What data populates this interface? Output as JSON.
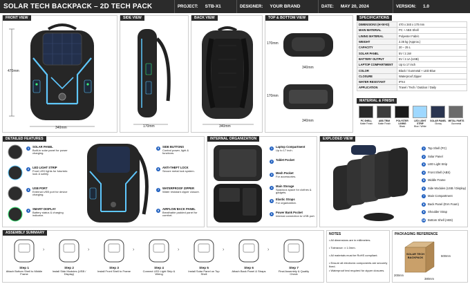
{
  "header": {
    "title": "SOLAR TECH BACKPACK – 2D TECH PACK",
    "project_label": "PROJECT:",
    "project": "STB-X1",
    "designer_label": "DESIGNER:",
    "designer": "YOUR BRAND",
    "date_label": "DATE:",
    "date": "MAY 20, 2024",
    "version_label": "VERSION:",
    "version": "1.0"
  },
  "views": {
    "front": {
      "title": "FRONT VIEW",
      "width": "340mm",
      "height": "470mm"
    },
    "side": {
      "title": "SIDE VIEW",
      "depth": "170mm"
    },
    "back": {
      "title": "BACK VIEW",
      "width": "340mm"
    },
    "top_bottom": {
      "title": "TOP & BOTTOM VIEW",
      "top_depth": "170mm",
      "top_width": "340mm",
      "bottom_depth": "170mm",
      "bottom_width": "340mm"
    }
  },
  "specifications": {
    "title": "SPECIFICATIONS",
    "rows": [
      [
        "DIMENSIONS (H×W×D)",
        "470 x 340 x 170 mm"
      ],
      [
        "MAIN MATERIAL",
        "PC + ABS Shell"
      ],
      [
        "LINING MATERIAL",
        "Polyester Fabric"
      ],
      [
        "WEIGHT",
        "2.35 kg (Approx.)"
      ],
      [
        "CAPACITY",
        "20 – 25 L"
      ],
      [
        "SOLAR PANEL",
        "5V / 2.1W"
      ],
      [
        "BATTERY OUTPUT",
        "5V / 2.1A (USB)"
      ],
      [
        "LAPTOP COMPARTMENT",
        "Up to 17 inch"
      ],
      [
        "COLOR",
        "Black / Gunmetal + LED Blue"
      ],
      [
        "CLOSURE",
        "Waterproof Zipper"
      ],
      [
        "WATER RESISTANT",
        "IPX4"
      ],
      [
        "APPLICATION",
        "Travel / Tech / Outdoor / Daily"
      ]
    ]
  },
  "material_finish": {
    "title": "MATERIAL & FINISH",
    "swatches": [
      {
        "name": "PC SHELL",
        "finish": "Matte Finish",
        "color": "#2a2a2a"
      },
      {
        "name": "ABS TRIM",
        "finish": "Matte Finish",
        "color": "#3c3c3c"
      },
      {
        "name": "POLYSTER LINING",
        "finish": "Black",
        "color": "#1a1a1a"
      },
      {
        "name": "LED LIGHT STRIP",
        "finish": "Blue / White",
        "color": "#9fd8ff"
      },
      {
        "name": "SOLAR PANEL",
        "finish": "Glossy",
        "color": "#2a3550"
      },
      {
        "name": "METAL PARTS",
        "finish": "Gunmetal",
        "color": "#6b6b6b"
      }
    ]
  },
  "detailed_features": {
    "title": "DETAILED FEATURES",
    "left": [
      {
        "n": "1",
        "name": "SOLAR PANEL",
        "desc": "Built-in solar panel for power charging."
      },
      {
        "n": "2",
        "name": "LED LIGHT STRIP",
        "desc": "Front LED lights for futuristic look & safety."
      },
      {
        "n": "3",
        "name": "USB PORT",
        "desc": "External USB port for device charging."
      },
      {
        "n": "4",
        "name": "SMART DISPLAY",
        "desc": "Battery status & charging indicator."
      }
    ],
    "right": [
      {
        "n": "5",
        "name": "SIDE BUTTONS",
        "desc": "Control power, light & functions."
      },
      {
        "n": "6",
        "name": "ANTI-THEFT LOCK",
        "desc": "Secure metal lock system."
      },
      {
        "n": "7",
        "name": "WATERPROOF ZIPPER",
        "desc": "Water resistant zipper closure."
      },
      {
        "n": "8",
        "name": "AIRFLOW BACK PANEL",
        "desc": "Breathable padded panel for comfort."
      }
    ]
  },
  "internal_organization": {
    "title": "INTERNAL ORGANIZATION",
    "items": [
      {
        "n": "1",
        "name": "Laptop Compartment",
        "desc": "Up to 17 inch."
      },
      {
        "n": "2",
        "name": "Tablet Pocket",
        "desc": ""
      },
      {
        "n": "3",
        "name": "Mesh Pocket",
        "desc": "For accessories."
      },
      {
        "n": "4",
        "name": "Main Storage",
        "desc": "Spacious space for clothes & gadgets."
      },
      {
        "n": "5",
        "name": "Elastic Straps",
        "desc": "For organization."
      },
      {
        "n": "6",
        "name": "Power Bank Pocket",
        "desc": "Internal connection to USB port."
      }
    ]
  },
  "exploded_view": {
    "title": "EXPLODED VIEW",
    "parts": [
      {
        "n": "1",
        "name": "Top Shell (PC)"
      },
      {
        "n": "2",
        "name": "Solar Panel"
      },
      {
        "n": "3",
        "name": "LED Light Strip"
      },
      {
        "n": "4",
        "name": "Front Shell (ABS)"
      },
      {
        "n": "5",
        "name": "Middle Frame"
      },
      {
        "n": "6",
        "name": "Side Modules (USB / Display)"
      },
      {
        "n": "7",
        "name": "Main Compartment"
      },
      {
        "n": "8",
        "name": "Back Panel (EVA Foam)"
      },
      {
        "n": "9",
        "name": "Shoulder Strap"
      },
      {
        "n": "10",
        "name": "Bottom Shell (ABS)"
      }
    ]
  },
  "assembly": {
    "title": "ASSEMBLY SUMMARY",
    "steps": [
      {
        "step": "Step 1",
        "desc": "Attach Bottom Shell to Middle Frame"
      },
      {
        "step": "Step 2",
        "desc": "Install Side Modules (USB / Display)"
      },
      {
        "step": "Step 3",
        "desc": "Install Front Shell to Frame"
      },
      {
        "step": "Step 4",
        "desc": "Connect LED Light Strip & Wiring"
      },
      {
        "step": "Step 5",
        "desc": "Install Solar Panel on Top Shell"
      },
      {
        "step": "Step 6",
        "desc": "Attach Back Panel & Straps"
      },
      {
        "step": "Step 7",
        "desc": "Final Assembly & Quality Check"
      }
    ]
  },
  "notes": {
    "title": "NOTES",
    "items": [
      "• All dimensions are in millimeters.",
      "• Tolerance: ± 1.0mm.",
      "• All materials must be RoHS compliant.",
      "• Ensure all electronic components are securely fixed.",
      "• Waterproof test required for zipper closures."
    ]
  },
  "packaging": {
    "title": "PACKAGING REFERENCE",
    "box_label": "SOLAR TECH BACKPACK",
    "height": "500mm",
    "depth": "200mm",
    "width": "380mm"
  },
  "colors": {
    "accent": "#1f5fbf",
    "led": "#5fc8ff",
    "header": "#2b2b2b"
  }
}
